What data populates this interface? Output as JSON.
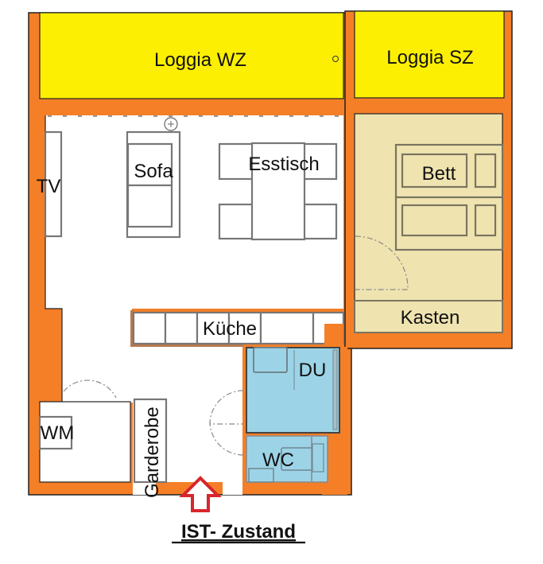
{
  "plan": {
    "title": "IST- Zustand",
    "colors": {
      "wall": "#f47f27",
      "loggia": "#fdef01",
      "bedroom": "#efe3b0",
      "wet_room": "#9dd3e6",
      "floor": "#ffffff",
      "entrance_arrow": "#d8262c",
      "furniture_stroke": "#777777"
    },
    "rooms": {
      "loggia_wz": "Loggia WZ",
      "loggia_sz": "Loggia SZ",
      "kasten": "Kasten",
      "du": "DU",
      "wc": "WC"
    },
    "furniture": {
      "tv": "TV",
      "sofa": "Sofa",
      "esstisch": "Esstisch",
      "bett": "Bett",
      "kueche": "Küche",
      "wm": "WM",
      "garderobe": "Garderobe"
    },
    "entrance_icon": "arrow-up-icon"
  }
}
